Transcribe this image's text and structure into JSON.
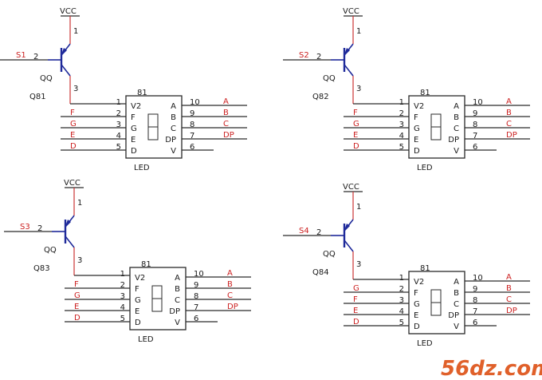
{
  "units": [
    {
      "vcc": "VCC",
      "signal": "S1",
      "transistor": {
        "type": "QQ",
        "ref": "Q81",
        "base_pin": "2",
        "emitter_pin": "1",
        "collector_pin": "3"
      },
      "display": {
        "ref": "81",
        "part": "LED",
        "left_pins": [
          {
            "num": "1",
            "name": "V2",
            "net": ""
          },
          {
            "num": "2",
            "name": "F",
            "net": "F"
          },
          {
            "num": "3",
            "name": "G",
            "net": "G"
          },
          {
            "num": "4",
            "name": "E",
            "net": "E"
          },
          {
            "num": "5",
            "name": "D",
            "net": "D"
          }
        ],
        "right_pins": [
          {
            "num": "10",
            "name": "A",
            "net": "A"
          },
          {
            "num": "9",
            "name": "B",
            "net": "B"
          },
          {
            "num": "8",
            "name": "C",
            "net": "C"
          },
          {
            "num": "7",
            "name": "DP",
            "net": "DP"
          },
          {
            "num": "6",
            "name": "V",
            "net": ""
          }
        ]
      }
    },
    {
      "vcc": "VCC",
      "signal": "S2",
      "transistor": {
        "type": "QQ",
        "ref": "Q82",
        "base_pin": "2",
        "emitter_pin": "1",
        "collector_pin": "3"
      },
      "display": {
        "ref": "81",
        "part": "LED",
        "left_pins": [
          {
            "num": "1",
            "name": "V2",
            "net": ""
          },
          {
            "num": "2",
            "name": "F",
            "net": "F"
          },
          {
            "num": "3",
            "name": "G",
            "net": "G"
          },
          {
            "num": "4",
            "name": "E",
            "net": "E"
          },
          {
            "num": "5",
            "name": "D",
            "net": "D"
          }
        ],
        "right_pins": [
          {
            "num": "10",
            "name": "A",
            "net": "A"
          },
          {
            "num": "9",
            "name": "B",
            "net": "B"
          },
          {
            "num": "8",
            "name": "C",
            "net": "C"
          },
          {
            "num": "7",
            "name": "DP",
            "net": "DP"
          },
          {
            "num": "6",
            "name": "V",
            "net": ""
          }
        ]
      }
    },
    {
      "vcc": "VCC",
      "signal": "S3",
      "transistor": {
        "type": "QQ",
        "ref": "Q83",
        "base_pin": "2",
        "emitter_pin": "1",
        "collector_pin": "3"
      },
      "display": {
        "ref": "81",
        "part": "LED",
        "left_pins": [
          {
            "num": "1",
            "name": "V2",
            "net": ""
          },
          {
            "num": "2",
            "name": "F",
            "net": "F"
          },
          {
            "num": "3",
            "name": "G",
            "net": "G"
          },
          {
            "num": "4",
            "name": "E",
            "net": "E"
          },
          {
            "num": "5",
            "name": "D",
            "net": "D"
          }
        ],
        "right_pins": [
          {
            "num": "10",
            "name": "A",
            "net": "A"
          },
          {
            "num": "9",
            "name": "B",
            "net": "B"
          },
          {
            "num": "8",
            "name": "C",
            "net": "C"
          },
          {
            "num": "7",
            "name": "DP",
            "net": "DP"
          },
          {
            "num": "6",
            "name": "V",
            "net": ""
          }
        ]
      }
    },
    {
      "vcc": "VCC",
      "signal": "S4",
      "transistor": {
        "type": "QQ",
        "ref": "Q84",
        "base_pin": "2",
        "emitter_pin": "1",
        "collector_pin": "3"
      },
      "display": {
        "ref": "81",
        "part": "LED",
        "left_pins": [
          {
            "num": "1",
            "name": "V2",
            "net": ""
          },
          {
            "num": "2",
            "name": "F",
            "net": "G"
          },
          {
            "num": "3",
            "name": "G",
            "net": "F"
          },
          {
            "num": "4",
            "name": "E",
            "net": "E"
          },
          {
            "num": "5",
            "name": "D",
            "net": "D"
          }
        ],
        "right_pins": [
          {
            "num": "10",
            "name": "A",
            "net": "A"
          },
          {
            "num": "9",
            "name": "B",
            "net": "B"
          },
          {
            "num": "8",
            "name": "C",
            "net": "C"
          },
          {
            "num": "7",
            "name": "DP",
            "net": "DP"
          },
          {
            "num": "6",
            "name": "V",
            "net": ""
          }
        ]
      }
    }
  ],
  "watermark": "56dz.com",
  "colors": {
    "wire_dark": "#2a2a2a",
    "wire_red": "#cc3333",
    "transistor": "#1f2a9a",
    "label_red": "#cc2222",
    "watermark": "#e0602a"
  }
}
